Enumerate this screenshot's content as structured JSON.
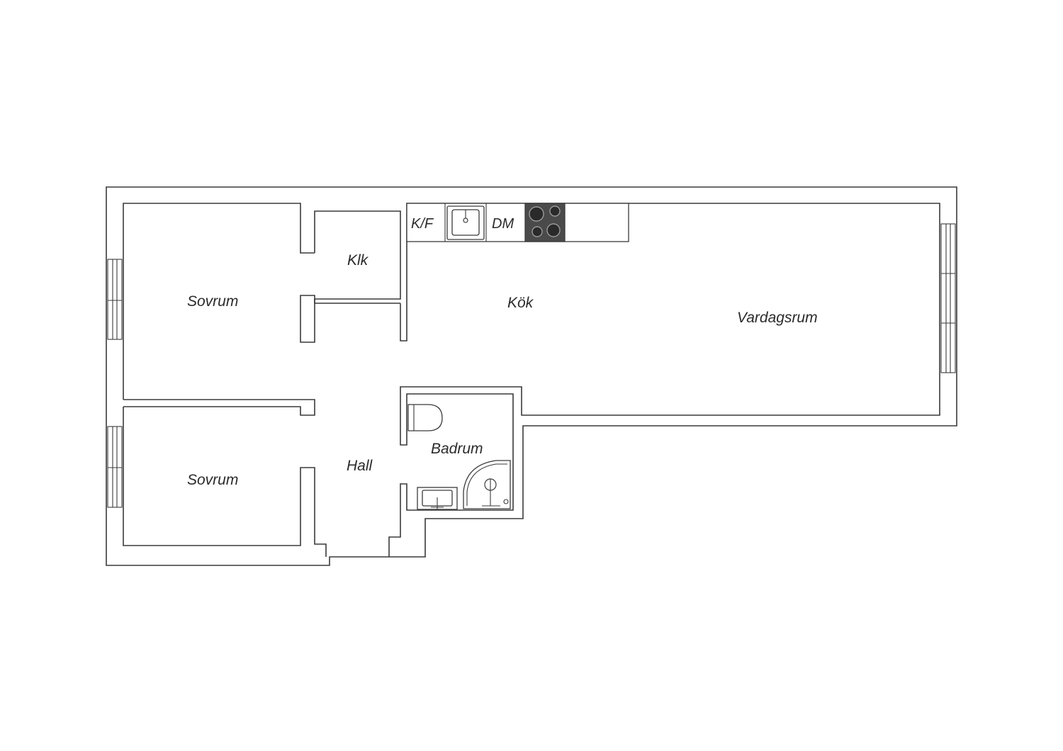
{
  "floor_plan": {
    "rooms": {
      "bedroom_top": "Sovrum",
      "bedroom_bottom": "Sovrum",
      "closet": "Klk",
      "kitchen": "Kök",
      "living_room": "Vardagsrum",
      "hall": "Hall",
      "bathroom": "Badrum"
    },
    "kitchen_fixtures": {
      "fridge_freezer": "K/F",
      "dishwasher": "DM"
    },
    "colors": {
      "walls": "#3a3a3a",
      "stove": "#4a4a4a",
      "background": "#ffffff"
    }
  }
}
